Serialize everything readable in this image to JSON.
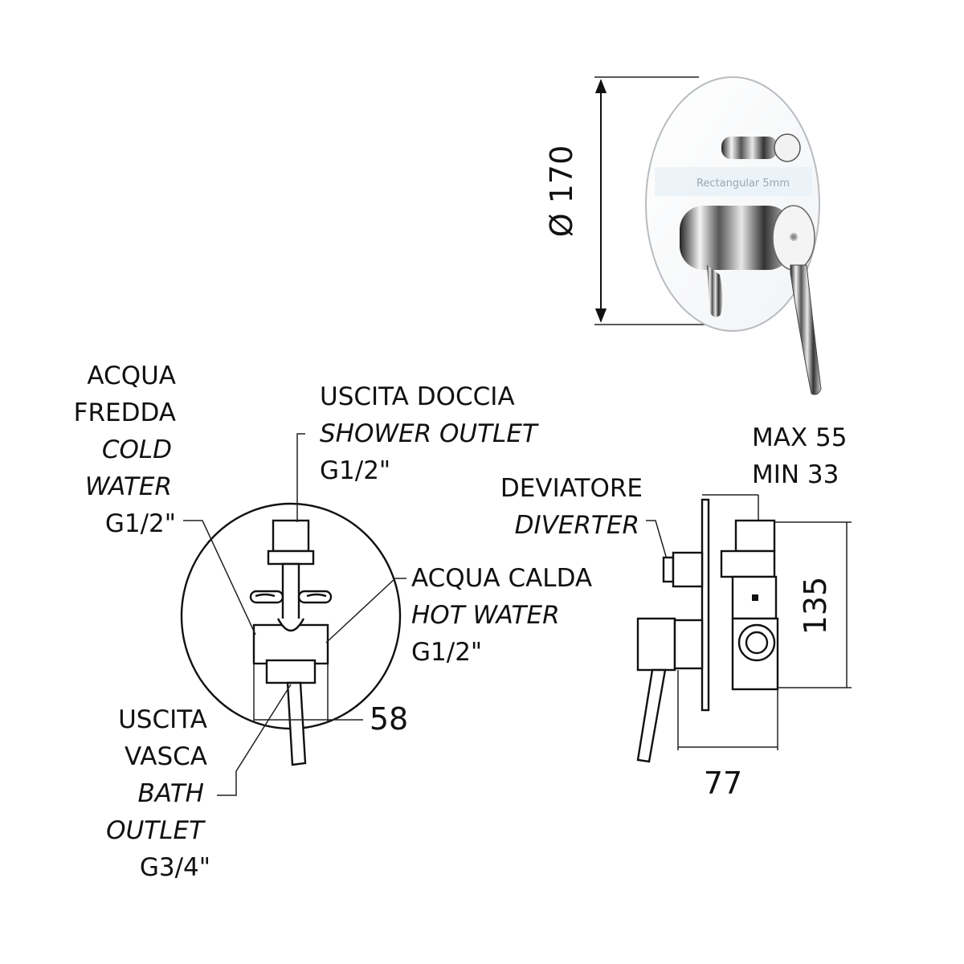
{
  "labels": {
    "diameter": "Ø 170",
    "plate_text": "Rectangular 5mm",
    "cold_it": "ACQUA",
    "cold_it2": "FREDDA",
    "cold_en": "COLD",
    "cold_en2": "WATER",
    "cold_size": "G1/2\"",
    "shower_it": "USCITA DOCCIA",
    "shower_en": "SHOWER OUTLET",
    "shower_size": "G1/2\"",
    "hot_it": "ACQUA CALDA",
    "hot_en": "HOT WATER",
    "hot_size": "G1/2\"",
    "bath_it": "USCITA",
    "bath_it2": "VASCA",
    "bath_en": "BATH",
    "bath_en2": "OUTLET",
    "bath_size": "G3/4\"",
    "diverter_it": "DEVIATORE",
    "diverter_en": "DIVERTER",
    "max": "MAX 55",
    "min": "MIN  33",
    "dim_58": "58",
    "dim_135": "135",
    "dim_77": "77"
  }
}
